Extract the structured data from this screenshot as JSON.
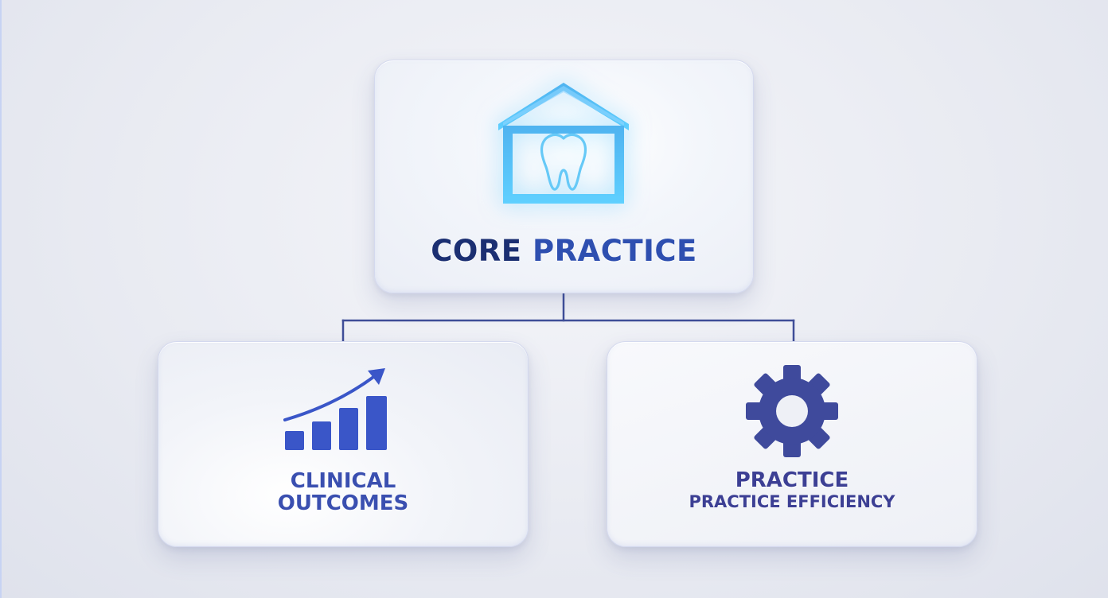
{
  "diagram": {
    "root": {
      "title_part1": "CORE",
      "title_part2": "PRACTICE",
      "icon": "house-tooth-icon"
    },
    "children": [
      {
        "line1": "CLINICAL",
        "line2": "OUTCOMES",
        "icon": "growth-bar-chart-icon"
      },
      {
        "line1": "PRACTICE",
        "line2": "PRACTICE EFFICIENCY",
        "icon": "gear-icon"
      }
    ]
  },
  "colors": {
    "primary_dark": "#1b2f72",
    "primary": "#2e4fb0",
    "accent_cyan": "#4ab8f2",
    "chart_blue": "#3a56c8",
    "gear_indigo": "#3f4a9c",
    "connector": "#3f4e98"
  }
}
